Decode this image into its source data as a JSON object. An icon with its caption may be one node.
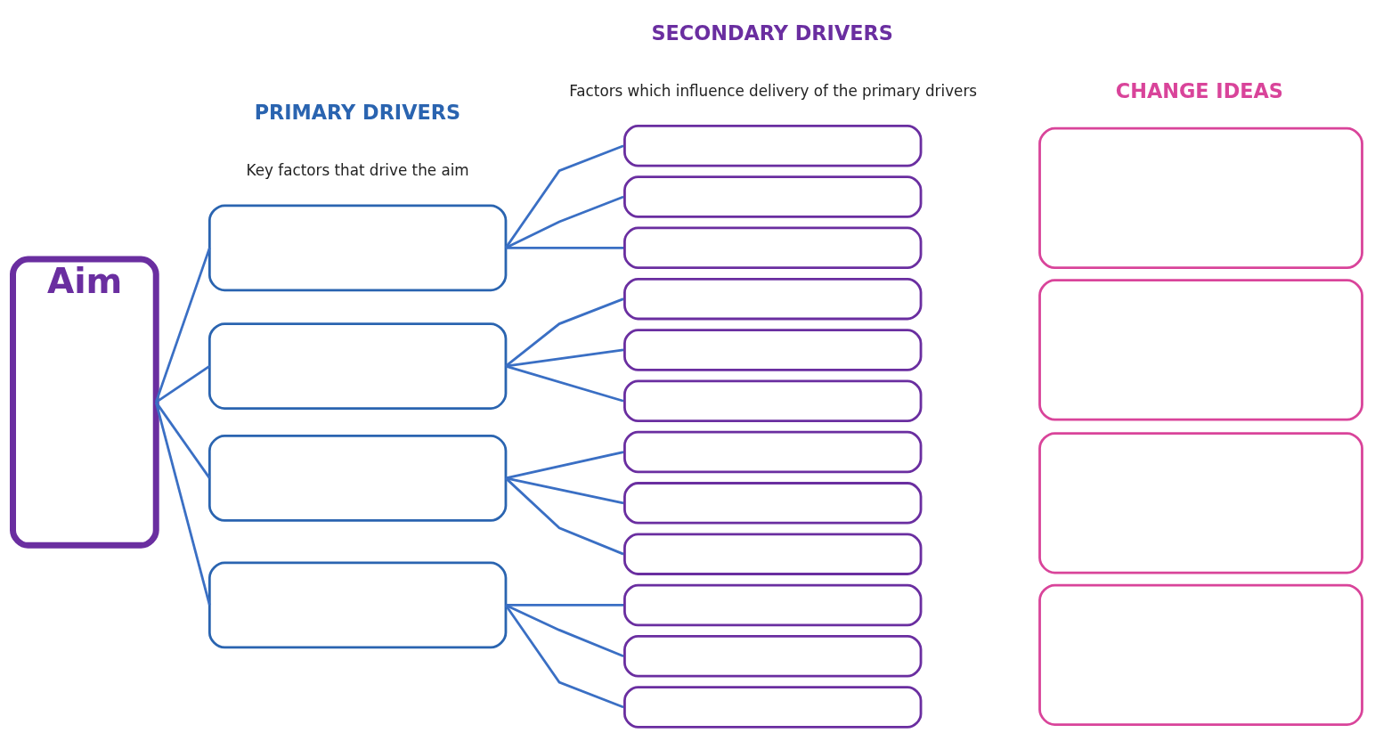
{
  "diagram": {
    "nodes": [
      {
        "text": [
          "Aim"
        ]
      },
      {
        "text": [],
        "shape": "box"
      },
      {
        "text": [],
        "shape": "box"
      },
      {
        "text": [],
        "shape": "box"
      },
      {
        "text": [],
        "shape": "box"
      },
      {
        "text": [],
        "shape": "box"
      },
      {
        "text": [],
        "shape": "box"
      },
      {
        "text": [],
        "shape": "box"
      },
      {
        "text": [],
        "shape": "box"
      },
      {
        "text": [],
        "shape": "box"
      },
      {
        "text": [],
        "shape": "box"
      },
      {
        "text": [],
        "shape": "box"
      },
      {
        "text": [],
        "shape": "box"
      },
      {
        "text": [],
        "shape": "box"
      },
      {
        "text": [],
        "shape": "box"
      },
      {
        "text": [],
        "shape": "box"
      },
      {
        "text": [],
        "shape": "box"
      },
      {
        "text": [],
        "shape": "box"
      },
      {
        "text": [],
        "shape": "box"
      },
      {
        "text": [],
        "shape": "box"
      },
      {
        "text": [],
        "shape": "box"
      }
    ],
    "edges": [
      {
        "from": 0,
        "to": 1,
        "arrow": "none"
      },
      {
        "from": 0,
        "to": 2,
        "arrow": "none"
      },
      {
        "from": 0,
        "to": 3,
        "arrow": "none"
      },
      {
        "from": 0,
        "to": 4,
        "arrow": "none"
      },
      {
        "from": 1,
        "to": 5,
        "arrow": "none"
      },
      {
        "from": 1,
        "to": 6,
        "arrow": "none"
      },
      {
        "from": 1,
        "to": 7,
        "arrow": "none"
      },
      {
        "from": 2,
        "to": 8,
        "arrow": "none"
      },
      {
        "from": 2,
        "to": 9,
        "arrow": "none"
      },
      {
        "from": 2,
        "to": 10,
        "arrow": "none"
      },
      {
        "from": 3,
        "to": 11,
        "arrow": "none"
      },
      {
        "from": 3,
        "to": 12,
        "arrow": "none"
      },
      {
        "from": 3,
        "to": 13,
        "arrow": "none"
      },
      {
        "from": 4,
        "to": 14,
        "arrow": "none"
      },
      {
        "from": 4,
        "to": 15,
        "arrow": "none"
      },
      {
        "from": 4,
        "to": 16,
        "arrow": "none"
      }
    ],
    "labels": [
      "PRIMARY DRIVERS",
      "Key factors that drive the aim",
      "SECONDARY DRIVERS",
      "Factors which influence delivery of the primary drivers",
      "CHANGE IDEAS"
    ]
  }
}
